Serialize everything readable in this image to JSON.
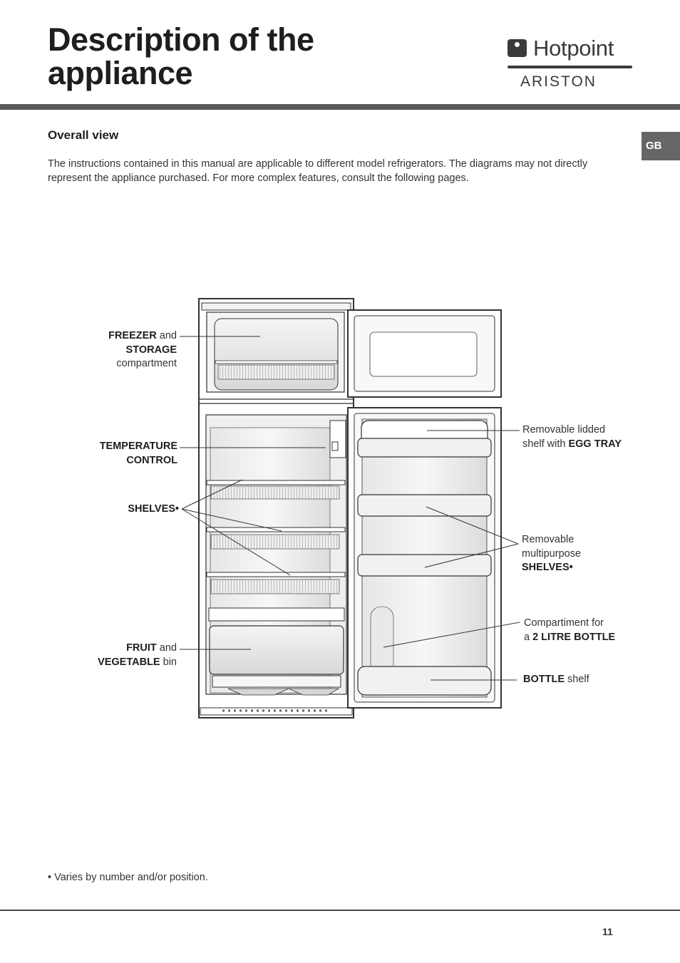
{
  "header": {
    "title_line1": "Description of the",
    "title_line2": "appliance",
    "brand": "Hotpoint",
    "brand_sub": "ARISTON",
    "lang_tab": "GB"
  },
  "section": {
    "heading": "Overall view",
    "intro": "The instructions contained in this manual are applicable to different model refrigerators. The diagrams may not directly represent the appliance purchased. For more complex features, consult the following pages."
  },
  "labels": {
    "freezer": {
      "b1": "FREEZER",
      "t1": " and",
      "b2": "STORAGE",
      "t2": "compartment"
    },
    "temperature": {
      "b1": "TEMPERATURE",
      "b2": "CONTROL"
    },
    "shelves": {
      "b1": "SHELVES•"
    },
    "fruit": {
      "b1": "FRUIT",
      "t1": " and",
      "b2": "VEGETABLE",
      "t2": " bin"
    },
    "lidded": {
      "t1": "Removable lidded",
      "t2": "shelf with ",
      "b1": "EGG TRAY"
    },
    "multipurpose": {
      "t1": "Removable",
      "t2": "multipurpose",
      "b1": "SHELVES•"
    },
    "bottle_comp": {
      "t1": "Compartiment for",
      "t2": "a ",
      "b1": "2 LITRE BOTTLE"
    },
    "bottle_shelf": {
      "b1": "BOTTLE",
      "t1": " shelf"
    }
  },
  "footer": {
    "footnote": "• Varies by number and/or position.",
    "page_number": "11"
  },
  "colors": {
    "rule": "#5a5a5a",
    "tab": "#666666",
    "line": "#333333"
  }
}
